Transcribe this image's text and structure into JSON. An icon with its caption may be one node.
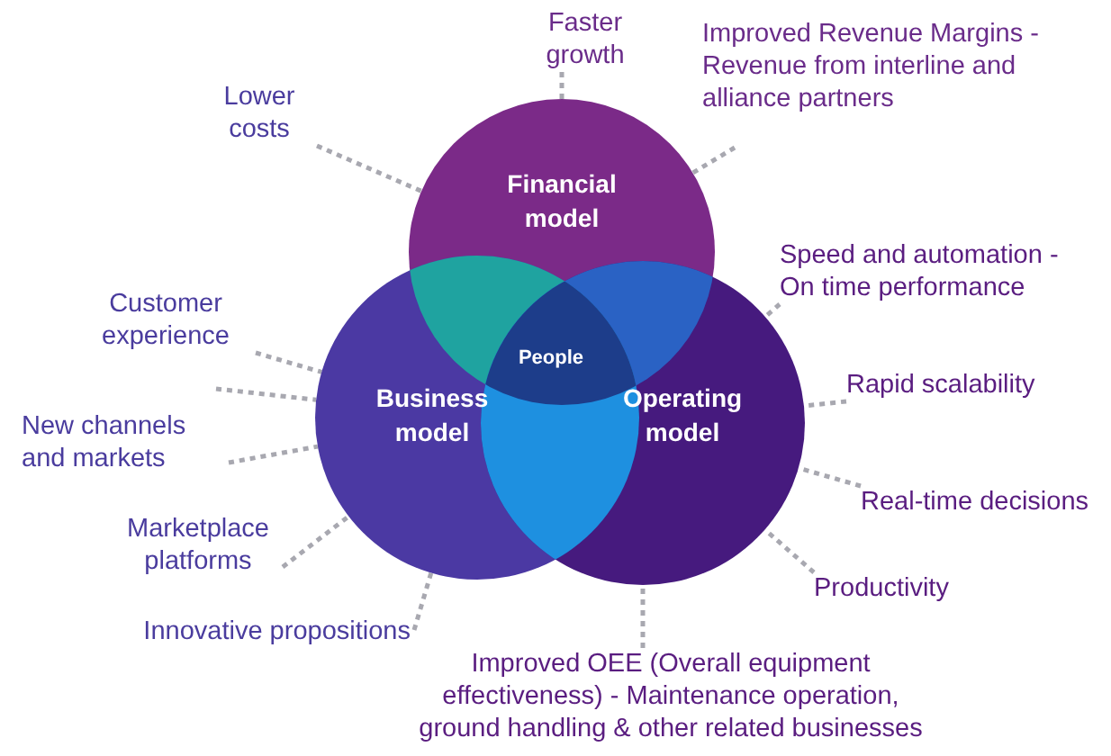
{
  "diagram": {
    "nodes": [
      {
        "text": [
          "Financial model"
        ]
      },
      {
        "text": [
          "Business model"
        ]
      },
      {
        "text": [
          "Operating model"
        ]
      },
      {
        "text": [
          "People"
        ]
      },
      {
        "text": [
          "Faster growth"
        ]
      },
      {
        "text": [
          "Improved Revenue Margins - Revenue from interline and alliance partners"
        ]
      },
      {
        "text": [
          "Lower costs"
        ]
      },
      {
        "text": [
          "Speed and automation - On time performance"
        ]
      },
      {
        "text": [
          "Customer experience"
        ]
      },
      {
        "text": [
          "Rapid scalability"
        ]
      },
      {
        "text": [
          "New channels and markets"
        ]
      },
      {
        "text": [
          "Real-time decisions"
        ]
      },
      {
        "text": [
          "Marketplace platforms"
        ]
      },
      {
        "text": [
          "Productivity"
        ]
      },
      {
        "text": [
          "Innovative propositions"
        ]
      },
      {
        "text": [
          "Improved OEE (Overall equipment effectiveness) - Maintenance operation, ground handling & other related businesses"
        ]
      }
    ],
    "edges": [
      {
        "from": 4,
        "to": 0,
        "arrow": "none",
        "style": "dashed"
      },
      {
        "from": 5,
        "to": 0,
        "arrow": "none",
        "style": "dashed"
      },
      {
        "from": 6,
        "to": 0,
        "arrow": "none",
        "style": "dashed"
      },
      {
        "from": 7,
        "to": 2,
        "arrow": "none",
        "style": "dashed"
      },
      {
        "from": 8,
        "to": 1,
        "arrow": "none",
        "style": "dashed"
      },
      {
        "from": 8,
        "to": 1,
        "arrow": "none",
        "style": "dashed"
      },
      {
        "from": 9,
        "to": 2,
        "arrow": "none",
        "style": "dashed"
      },
      {
        "from": 10,
        "to": 1,
        "arrow": "none",
        "style": "dashed"
      },
      {
        "from": 11,
        "to": 2,
        "arrow": "none",
        "style": "dashed"
      },
      {
        "from": 12,
        "to": 1,
        "arrow": "none",
        "style": "dashed"
      },
      {
        "from": 13,
        "to": 2,
        "arrow": "none",
        "style": "dashed"
      },
      {
        "from": 14,
        "to": 1,
        "arrow": "none",
        "style": "dashed"
      },
      {
        "from": 15,
        "to": 2,
        "arrow": "none",
        "style": "dashed"
      }
    ]
  }
}
